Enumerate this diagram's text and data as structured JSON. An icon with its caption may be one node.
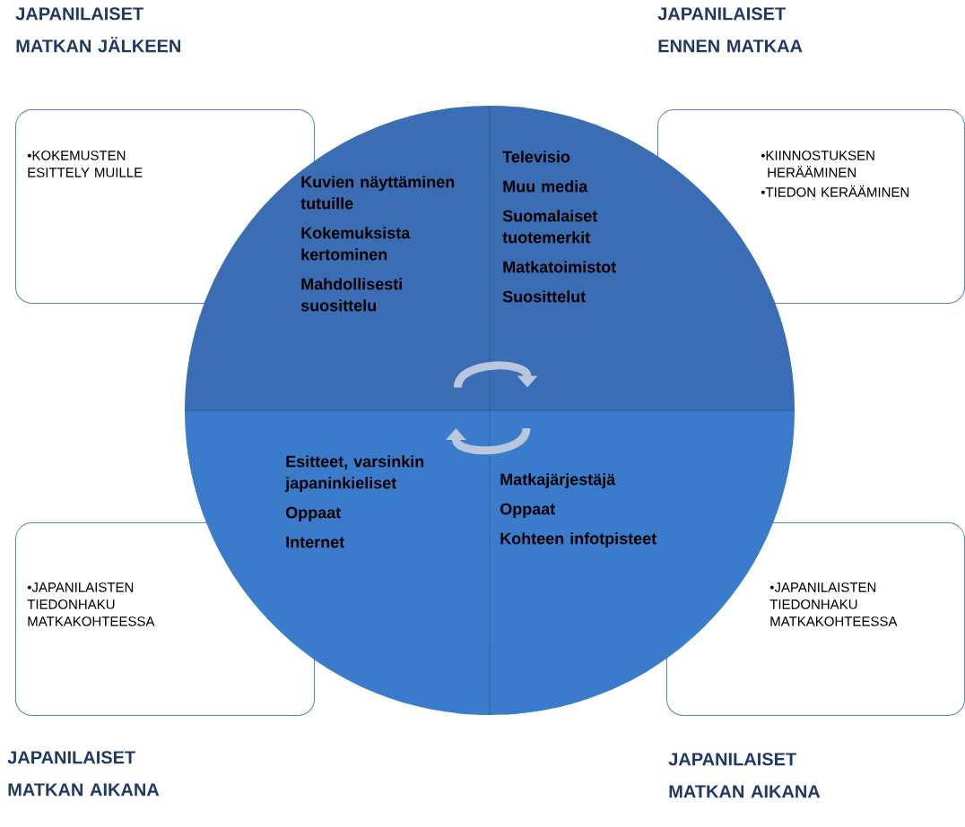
{
  "diagram": {
    "nodes": [
      {
        "text": [
          "•KOKEMUSTEN ESITTELY MUILLE"
        ]
      },
      {
        "text": [
          "Kuvien näyttäminen tutuille",
          "Kokemuksista kertominen",
          "Mahdollisesti suosittelu"
        ]
      },
      {
        "text": [
          "Televisio",
          "Muu media",
          "Suomalaiset tuotemerkit",
          "Matkatoimistot",
          "Suosittelut"
        ]
      },
      {
        "text": [
          "•KIINNOSTUKSEN HERÄÄMINEN",
          "•TIEDON KERÄÄMINEN"
        ]
      },
      {
        "text": [
          "•JAPANILAISTEN TIEDONHAKU MATKAKOHTEESSA"
        ]
      },
      {
        "text": [
          "Esitteet, varsinkin japaninkieliset",
          "Oppaat",
          "Internet"
        ]
      },
      {
        "text": [
          "Matkajärjestäjä",
          "Oppaat",
          "Kohteen infotpisteet"
        ]
      },
      {
        "text": [
          "•JAPANILAISTEN TIEDONHAKU MATKAKOHTEESSA"
        ]
      }
    ],
    "edges": [
      {
        "from": 1,
        "to": 2,
        "arrow": "to"
      },
      {
        "from": 6,
        "to": 5,
        "arrow": "to"
      }
    ],
    "labels": [
      "JAPANILAISET MATKAN JÄLKEEN",
      "JAPANILAISET ENNEN MATKAA",
      "JAPANILAISET MATKAN AIKANA",
      "JAPANILAISET MATKAN AIKANA"
    ]
  }
}
